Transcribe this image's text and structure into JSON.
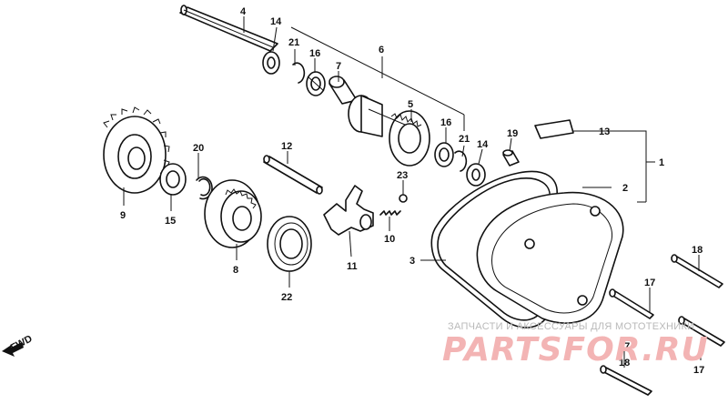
{
  "labels": {
    "p1": "1",
    "p2": "2",
    "p3": "3",
    "p4": "4",
    "p5": "5",
    "p6": "6",
    "p7": "7",
    "p8": "8",
    "p9": "9",
    "p10": "10",
    "p11": "11",
    "p12": "12",
    "p13": "13",
    "p14a": "14",
    "p14b": "14",
    "p15": "15",
    "p16a": "16",
    "p16b": "16",
    "p17a": "17",
    "p17b": "17",
    "p17c": "17",
    "p18a": "18",
    "p18b": "18",
    "p19": "19",
    "p20": "20",
    "p21a": "21",
    "p21b": "21",
    "p22": "22",
    "p23": "23"
  },
  "fwd": "FWD",
  "watermark": {
    "caption": "ЗАПЧАСТИ И АКСЕССУАРЫ ДЛЯ МОТОТЕХНИКИ",
    "brand": "PARTSFOR.RU"
  }
}
